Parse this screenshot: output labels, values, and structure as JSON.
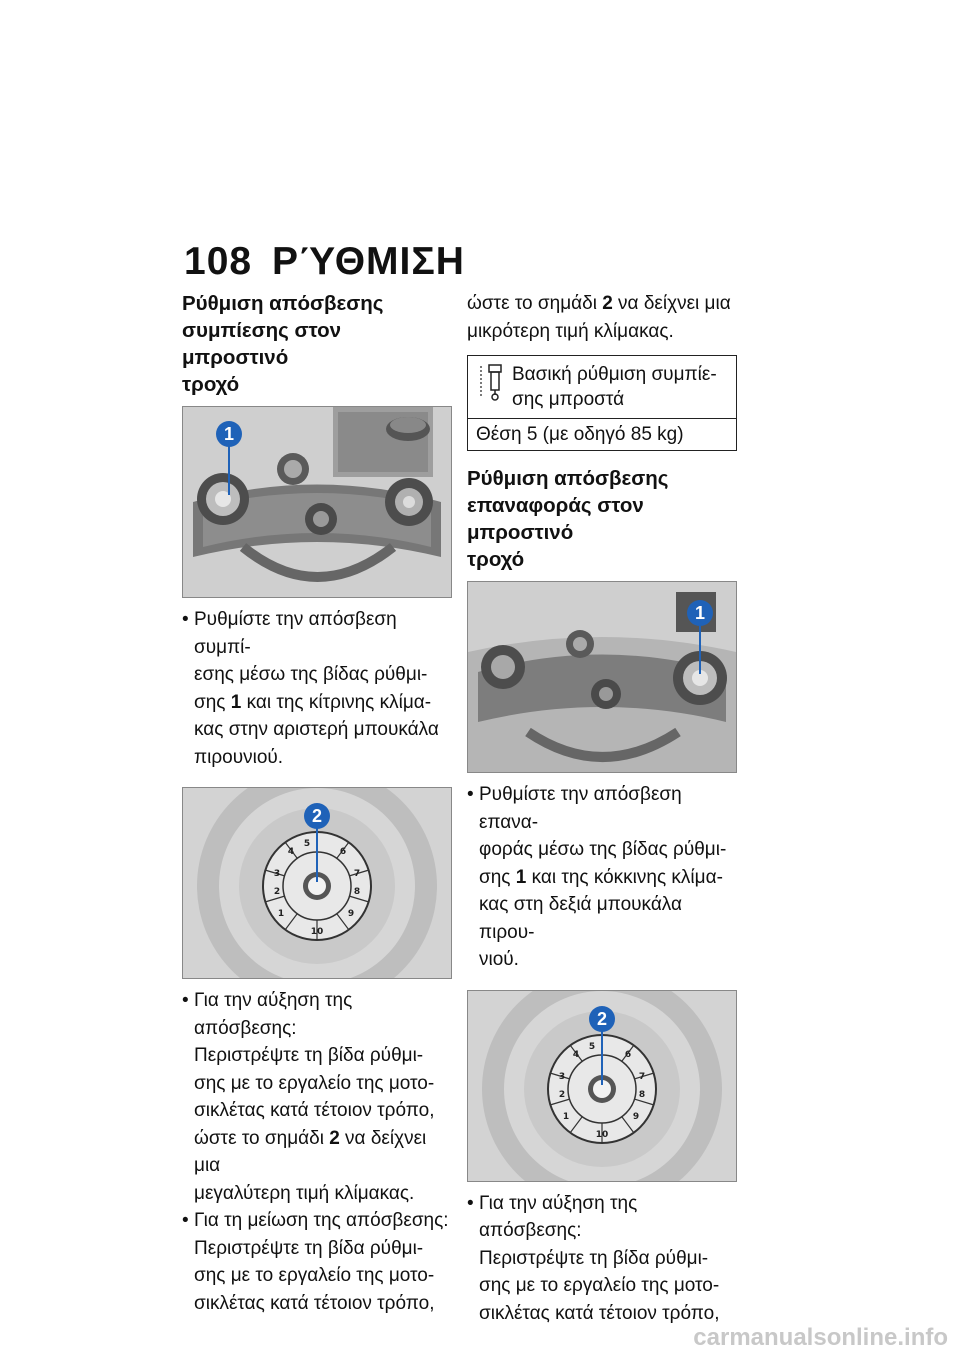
{
  "header": {
    "page_number": "108",
    "title": "ΡΎΘΜΙΣΗ"
  },
  "left": {
    "heading": [
      "Ρύθμιση απόσβεσης",
      "συμπίεσης στον μπροστινό",
      "τροχό"
    ],
    "callout1": "1",
    "bullet1": [
      "Ρυθμίστε την απόσβεση συμπί-",
      "εσης μέσω της βίδας ρύθμι-"
    ],
    "bullet1_pre": "σης ",
    "bullet1_ref": "1",
    "bullet1_post": " και της κίτρινης κλίμα-",
    "bullet1_tail": [
      "κας στην αριστερή μπουκάλα",
      "πιρουνιού."
    ],
    "callout2": "2",
    "dial_numbers": [
      "1",
      "2",
      "3",
      "4",
      "5",
      "6",
      "7",
      "8",
      "9",
      "10"
    ],
    "bullet2": [
      "Για την αύξηση της απόσβεσης:",
      "Περιστρέψτε τη βίδα ρύθμι-",
      "σης με το εργαλείο της μοτο-",
      "σικλέτας κατά τέτοιον τρόπο,"
    ],
    "bullet2_pre": "ώστε το σημάδι ",
    "bullet2_ref": "2",
    "bullet2_post": " να δείχνει μια",
    "bullet2_tail": [
      "μεγαλύτερη τιμή κλίμακας."
    ],
    "bullet3": [
      "Για τη μείωση της απόσβεσης:",
      "Περιστρέψτε τη βίδα ρύθμι-",
      "σης με το εργαλείο της μοτο-",
      "σικλέτας κατά τέτοιον τρόπο,"
    ]
  },
  "right": {
    "cont_pre": "ώστε το σημάδι ",
    "cont_ref": "2",
    "cont_post": " να δείχνει μια",
    "cont_tail": "μικρότερη τιμή κλίμακας.",
    "note_icon": "suspension-strut-icon",
    "note_text": [
      "Βασική ρύθμιση συμπίε-",
      "σης μπροστά"
    ],
    "note_value": "Θέση 5 (με οδηγό 85 kg)",
    "heading": [
      "Ρύθμιση απόσβεσης",
      "επαναφοράς στον μπροστινό",
      "τροχό"
    ],
    "callout1": "1",
    "bullet1": [
      "Ρυθμίστε την απόσβεση επανα-",
      "φοράς μέσω της βίδας ρύθμι-"
    ],
    "bullet1_pre": "σης ",
    "bullet1_ref": "1",
    "bullet1_post": " και της κόκκινης κλίμα-",
    "bullet1_tail": [
      "κας στη δεξιά μπουκάλα πιρου-",
      "νιού."
    ],
    "callout2": "2",
    "bullet2": [
      "Για την αύξηση της απόσβεσης:",
      "Περιστρέψτε τη βίδα ρύθμι-",
      "σης με το εργαλείο της μοτο-",
      "σικλέτας κατά τέτοιον τρόπο,"
    ]
  },
  "footer": {
    "watermark": "carmanualsonline.info"
  },
  "colors": {
    "callout": "#1f62b8",
    "text": "#111111",
    "photo_bg": "#d8d8d8"
  }
}
